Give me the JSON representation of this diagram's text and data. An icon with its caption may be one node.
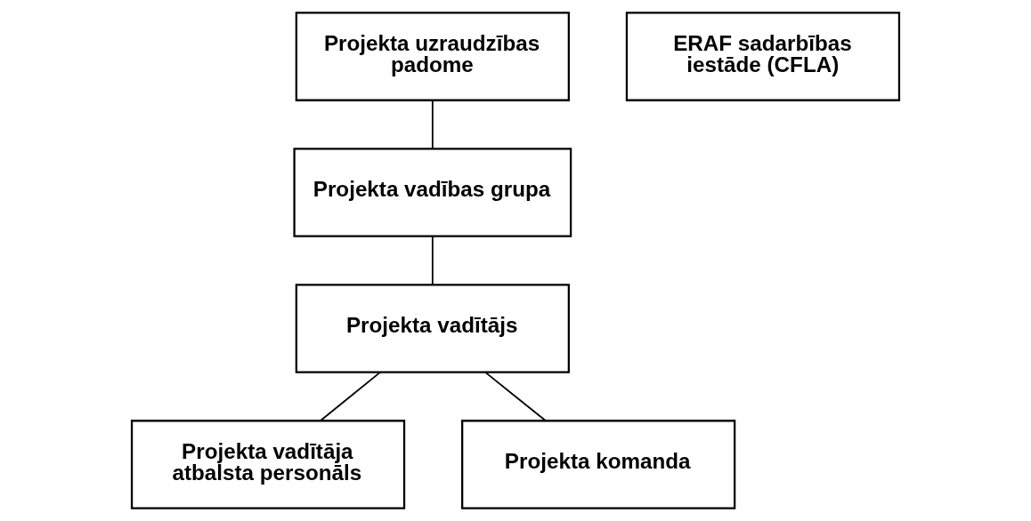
{
  "diagram": {
    "nodes": [
      {
        "text": [
          "Projekta uzraudzības padome"
        ]
      },
      {
        "text": [
          "ERAF sadarbības iestāde (CFLA)"
        ]
      },
      {
        "text": [
          "Projekta vadības grupa"
        ]
      },
      {
        "text": [
          "Projekta vadītājs"
        ]
      },
      {
        "text": [
          "Projekta vadītāja atbalsta personāls"
        ]
      },
      {
        "text": [
          "Projekta komanda"
        ]
      }
    ],
    "edges": [
      {
        "from": 0,
        "to": 2,
        "arrow": "none"
      },
      {
        "from": 2,
        "to": 3,
        "arrow": "none"
      },
      {
        "from": 3,
        "to": 4,
        "arrow": "none"
      },
      {
        "from": 3,
        "to": 5,
        "arrow": "none"
      }
    ]
  }
}
